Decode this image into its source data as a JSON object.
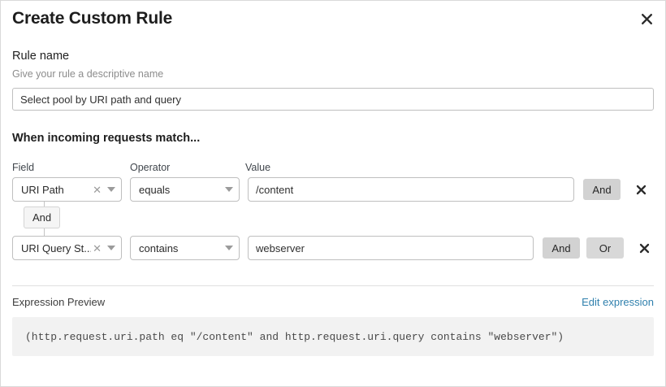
{
  "modal": {
    "title": "Create Custom Rule",
    "close_icon": "close-icon"
  },
  "rule_name": {
    "label": "Rule name",
    "help": "Give your rule a descriptive name",
    "value": "Select pool by URI path and query",
    "placeholder": "Rule name"
  },
  "match_section": {
    "heading": "When incoming requests match...",
    "columns": {
      "field": "Field",
      "operator": "Operator",
      "value": "Value"
    },
    "conditions": [
      {
        "field": "URI Path",
        "operator": "equals",
        "value": "/content",
        "value_placeholder": "Value",
        "buttons": [
          "And"
        ],
        "delete_label": "✕"
      },
      {
        "field": "URI Query St...",
        "operator": "contains",
        "value": "webserver",
        "value_placeholder": "Value",
        "buttons": [
          "And",
          "Or"
        ],
        "delete_label": "✕"
      }
    ],
    "connector": "And"
  },
  "expression_preview": {
    "title": "Expression Preview",
    "edit_link": "Edit expression",
    "code": "(http.request.uri.path eq \"/content\" and http.request.uri.query contains \"webserver\")"
  },
  "colors": {
    "link": "#3080ad",
    "button_gray": "#d2d2d2",
    "code_bg": "#f2f2f2",
    "border": "#bfbfbf"
  }
}
